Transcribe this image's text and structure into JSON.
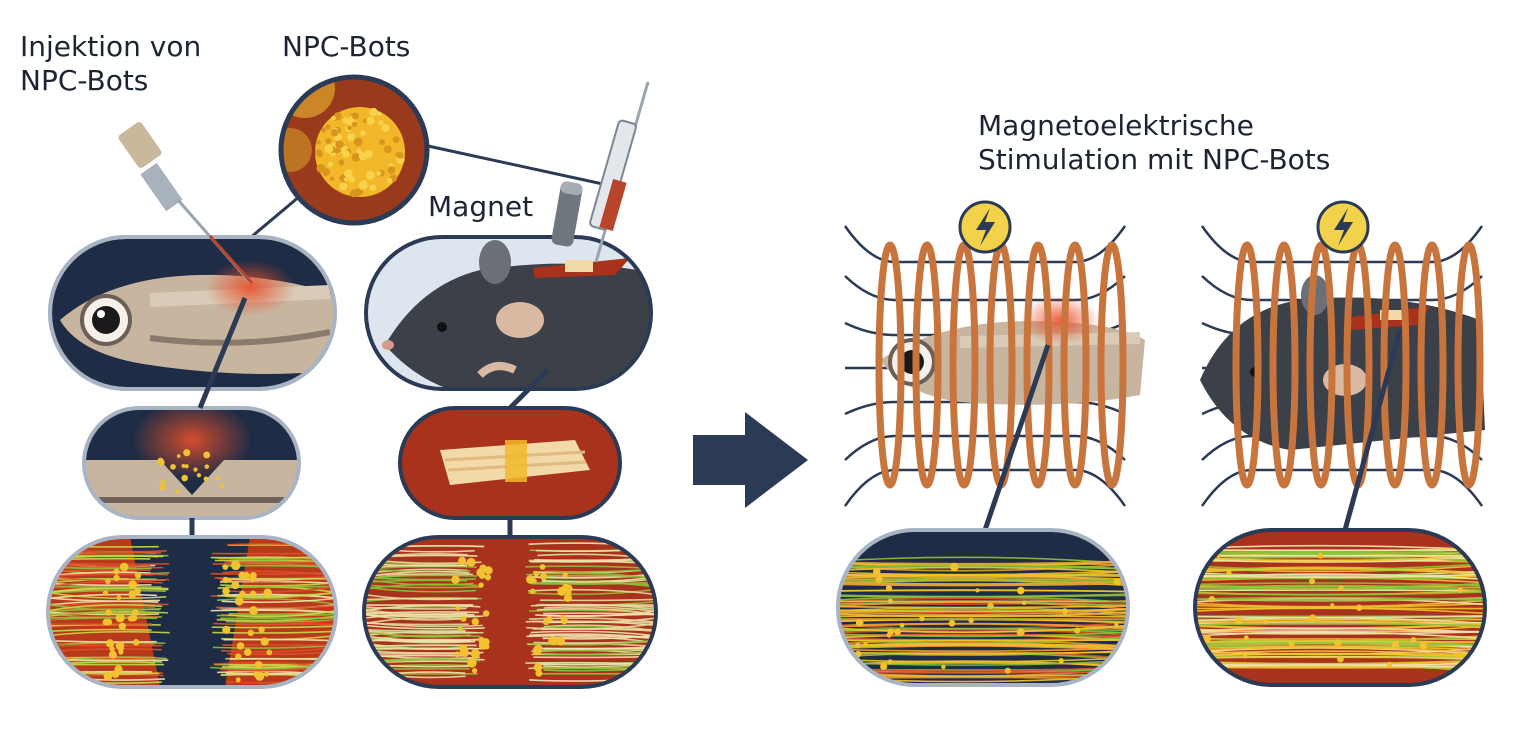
{
  "labels": {
    "injection": {
      "line1": "Injektion von",
      "line2": "NPC-Bots"
    },
    "npc_bots": "NPC-Bots",
    "magnet": "Magnet",
    "stimulation": {
      "line1": "Magnetoelektrische",
      "line2": "Stimulation mit NPC-Bots"
    }
  },
  "icons": [
    "syringe-icon",
    "lightning-icon",
    "arrow-right-icon",
    "magnet-icon",
    "coil-icon",
    "fish-icon",
    "mouse-icon"
  ],
  "colors": {
    "navy": "#2b3a55",
    "tissue_red": "#a8321c",
    "copper": "#c8743d",
    "bot_yellow": "#f2c230",
    "fiber_green": "#8fbf3a",
    "badge_yellow": "#f2d24a"
  }
}
